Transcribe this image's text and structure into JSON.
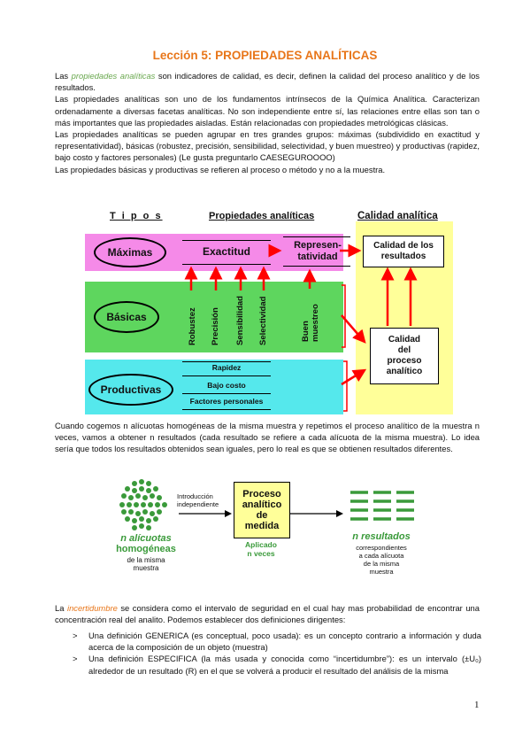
{
  "title": "Lección 5: PROPIEDADES ANALÍTICAS",
  "intro": {
    "p1_pre": "Las ",
    "p1_term": "propiedades analíticas",
    "p1_post": " son indicadores de calidad, es decir, definen la calidad del proceso analítico y de los resultados.",
    "p2": "Las propiedades analíticas son uno de los fundamentos intrínsecos de la Química Analítica. Caracterizan ordenadamente a diversas facetas analíticas. No son independiente entre sí, las relaciones entre ellas son tan o más importantes que las propiedades aisladas. Están relacionadas con propiedades metrológicas clásicas.",
    "p3": "Las propiedades analíticas se pueden agrupar en tres grandes grupos: máximas (subdividido en exactitud y representatividad), básicas (robustez, precisión, sensibilidad, selectividad, y buen muestreo) y productivas (rapidez, bajo costo y factores personales) (Le gusta preguntarlo CAESEGUROOOO)",
    "p4": "Las propiedades básicas y productivas se refieren al proceso o método y no a la muestra."
  },
  "diagram1": {
    "header_tipos": "T i p o s",
    "header_props": "Propiedades analíticas",
    "header_calidad": "Calidad analítica",
    "maximas": "Máximas",
    "basicas": "Básicas",
    "productivas": "Productivas",
    "exactitud": "Exactitud",
    "representatividad": "Represen-\ntatividad",
    "robustez": "Robustez",
    "precision": "Precisión",
    "sensibilidad": "Sensibilidad",
    "selectividad": "Selectividad",
    "buen_muestreo": "Buen\nmuestreo",
    "rapidez": "Rapidez",
    "bajo_costo": "Bajo costo",
    "factores": "Factores personales",
    "calidad_resultados": "Calidad de los\nresultados",
    "calidad_proceso": "Calidad\ndel\nproceso\nanalítico",
    "colors": {
      "maximas": "#f58ae8",
      "basicas": "#5ed65e",
      "productivas": "#55e8ec",
      "calidad": "#ffff99",
      "arrow": "#ff0000"
    }
  },
  "para2": "Cuando cogemos n alícuotas homogéneas de la misma muestra y repetimos el proceso analítico de la muestra n veces, vamos a obtener n resultados (cada resultado se refiere a cada alícuota de la misma muestra). Lo idea sería que todos los resultados obtenidos sean iguales, pero lo real es que se obtienen resultados diferentes.",
  "diagram2": {
    "intro_label": "Introducción\nindependiente",
    "proceso": "Proceso\nanalítico\nde\nmedida",
    "aplicado": "Aplicado\nn veces",
    "n_alicuotas_1": "n  alícuotas",
    "n_alicuotas_2": "homogéneas",
    "de_la_misma": "de la misma\nmuestra",
    "n_resultados": "n  resultados",
    "correspondientes": "correspondientes\na cada alícuota\nde la misma\nmuestra"
  },
  "incert": {
    "pre": "La ",
    "term": "incertidumbre",
    "post": " se considera como el intervalo de seguridad en el cual hay mas probabilidad de encontrar una concentración real del analito. Podemos establecer dos definiciones dirigentes:"
  },
  "bullets": [
    {
      "mark": ">",
      "text": "Una definición GENERICA (es conceptual, poco usada): es un concepto contrario a información y duda acerca de la composición de un objeto (muestra)"
    },
    {
      "mark": ">",
      "text": "Una definición ESPECIFICA (la más usada y conocida como “incertidumbre”): es un intervalo (±U₀) alrededor de un resultado (R) en el que se volverá a producir el resultado del análisis de la misma"
    }
  ],
  "page_number": "1"
}
